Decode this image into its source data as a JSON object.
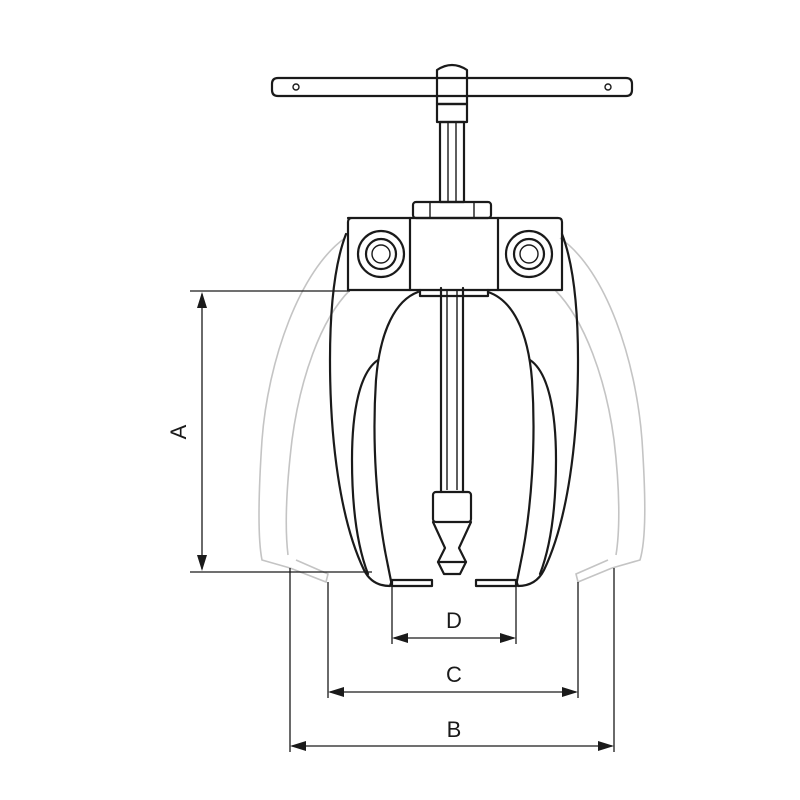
{
  "dimensions": {
    "a": "A",
    "b": "B",
    "c": "C",
    "d": "D"
  }
}
